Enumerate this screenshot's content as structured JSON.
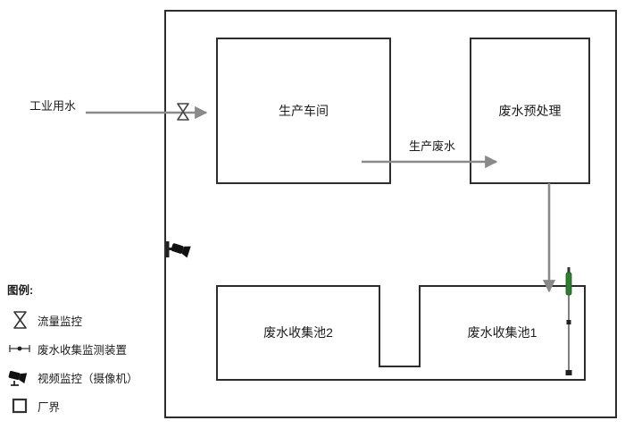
{
  "diagram": {
    "industrial_water_label": "工业用水",
    "workshop_label": "生产车间",
    "pretreatment_label": "废水预处理",
    "production_wastewater_label": "生产废水",
    "pool2_label": "废水收集池2",
    "pool1_label": "废水收集池1"
  },
  "legend": {
    "title": "图例:",
    "items": [
      {
        "label": "流量监控"
      },
      {
        "label": "废水收集监测装置"
      },
      {
        "label": "视频监控（摄像机）"
      },
      {
        "label": "厂界"
      }
    ]
  },
  "colors": {
    "border": "#2d2d2d",
    "arrow": "#8a8a8a",
    "device_green": "#2e7d32",
    "icon_black": "#111111"
  }
}
